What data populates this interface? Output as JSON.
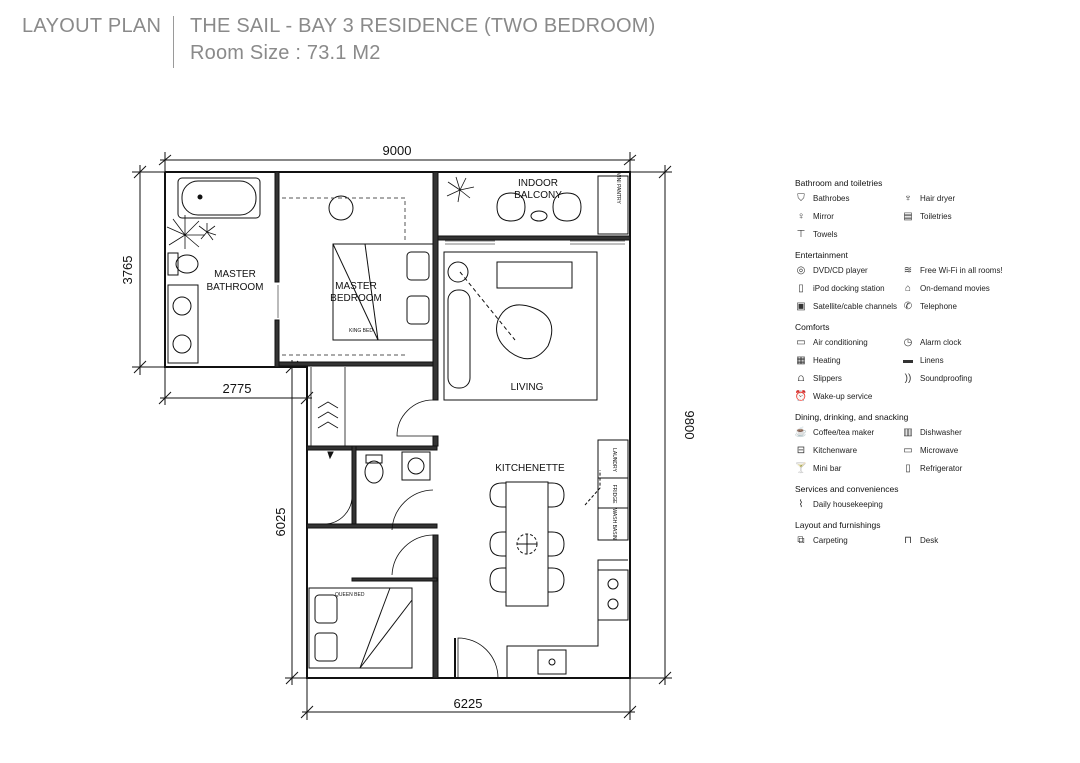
{
  "header": {
    "left_label": "LAYOUT PLAN",
    "title": "THE SAIL - BAY 3 RESIDENCE (TWO BEDROOM)",
    "room_size": "Room Size : 73.1 M2"
  },
  "plan": {
    "dims": {
      "top": "9000",
      "right": "9800",
      "left_upper": "3765",
      "mid": "2775",
      "left_lower": "6025",
      "bottom": "6225"
    },
    "rooms": {
      "master_bathroom_1": "MASTER",
      "master_bathroom_2": "BATHROOM",
      "master_bedroom_1": "MASTER",
      "master_bedroom_2": "BEDROOM",
      "king_bed": "KING BED",
      "indoor_balcony_1": "INDOOR",
      "indoor_balcony_2": "BALCONY",
      "mini_pantry": "MINI PANTRY",
      "living": "LIVING",
      "kitchenette": "KITCHENETTE",
      "queen_bed": "QUEEN BED",
      "laundry": "LAUNDRY",
      "fridge": "FRIDGE",
      "wash": "WASH BASIN"
    }
  },
  "amenities": [
    {
      "title": "Bathroom and toiletries",
      "items": [
        {
          "icon": "bathrobe-icon",
          "glyph": "⛉",
          "label": "Bathrobes"
        },
        {
          "icon": "hair-dryer-icon",
          "glyph": "♆",
          "label": "Hair dryer"
        },
        {
          "icon": "mirror-icon",
          "glyph": "♀",
          "label": "Mirror"
        },
        {
          "icon": "toiletries-icon",
          "glyph": "▤",
          "label": "Toiletries"
        },
        {
          "icon": "towels-icon",
          "glyph": "⊤",
          "label": "Towels"
        }
      ]
    },
    {
      "title": "Entertainment",
      "items": [
        {
          "icon": "dvd-icon",
          "glyph": "◎",
          "label": "DVD/CD player"
        },
        {
          "icon": "wifi-icon",
          "glyph": "≋",
          "label": "Free Wi-Fi in all rooms!"
        },
        {
          "icon": "ipod-icon",
          "glyph": "▯",
          "label": "iPod docking station"
        },
        {
          "icon": "movies-icon",
          "glyph": "⌂",
          "label": "On-demand movies"
        },
        {
          "icon": "satellite-icon",
          "glyph": "▣",
          "label": "Satellite/cable channels"
        },
        {
          "icon": "telephone-icon",
          "glyph": "✆",
          "label": "Telephone"
        }
      ]
    },
    {
      "title": "Comforts",
      "items": [
        {
          "icon": "air-conditioning-icon",
          "glyph": "▭",
          "label": "Air conditioning"
        },
        {
          "icon": "alarm-clock-icon",
          "glyph": "◷",
          "label": "Alarm clock"
        },
        {
          "icon": "heating-icon",
          "glyph": "▦",
          "label": "Heating"
        },
        {
          "icon": "linens-icon",
          "glyph": "▬",
          "label": "Linens"
        },
        {
          "icon": "slippers-icon",
          "glyph": "⩍",
          "label": "Slippers"
        },
        {
          "icon": "soundproofing-icon",
          "glyph": "))",
          "label": "Soundproofing"
        },
        {
          "icon": "wake-up-icon",
          "glyph": "⏰",
          "label": "Wake-up service"
        }
      ]
    },
    {
      "title": "Dining, drinking, and snacking",
      "items": [
        {
          "icon": "coffee-icon",
          "glyph": "☕",
          "label": "Coffee/tea maker"
        },
        {
          "icon": "dishwasher-icon",
          "glyph": "▥",
          "label": "Dishwasher"
        },
        {
          "icon": "kitchenware-icon",
          "glyph": "⊟",
          "label": "Kitchenware"
        },
        {
          "icon": "microwave-icon",
          "glyph": "▭",
          "label": "Microwave"
        },
        {
          "icon": "mini-bar-icon",
          "glyph": "🍸",
          "label": "Mini bar"
        },
        {
          "icon": "refrigerator-icon",
          "glyph": "▯",
          "label": "Refrigerator"
        }
      ]
    },
    {
      "title": "Services and conveniences",
      "items": [
        {
          "icon": "housekeeping-icon",
          "glyph": "⌇",
          "label": "Daily housekeeping"
        }
      ]
    },
    {
      "title": "Layout and furnishings",
      "items": [
        {
          "icon": "carpeting-icon",
          "glyph": "⧉",
          "label": "Carpeting"
        },
        {
          "icon": "desk-icon",
          "glyph": "⊓",
          "label": "Desk"
        }
      ]
    }
  ]
}
